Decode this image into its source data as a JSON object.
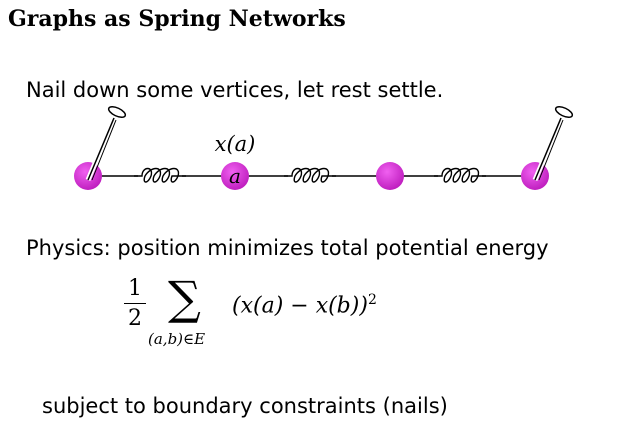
{
  "title": "Graphs as Spring Networks",
  "line1": "Nail down some vertices, let rest settle.",
  "diagram": {
    "vertex_label": "a",
    "position_label": "x(a)",
    "node_color": "#e03ce0",
    "nodes": 4,
    "nailed_nodes": [
      0,
      3
    ]
  },
  "line2": "Physics: position minimizes total potential energy",
  "formula": {
    "half_num": "1",
    "half_den": "2",
    "sum": "∑",
    "subscript": "(a,b)∈E",
    "body": "(x(a) − x(b))",
    "exponent": "2"
  },
  "line3": "subject to boundary constraints (nails)"
}
